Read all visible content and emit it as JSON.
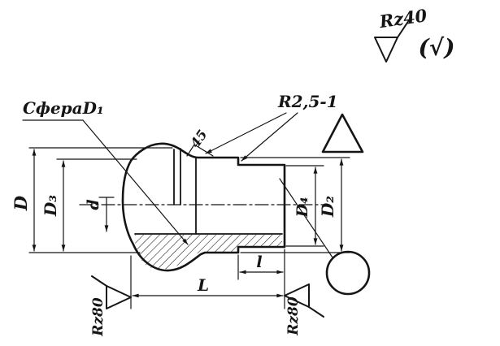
{
  "labels": {
    "roughness_general": "Rz40",
    "roughness_check": "(√)",
    "sphere": "СфераD₁",
    "radius": "R2,5-1",
    "chamfer": "45",
    "rz_left": "Rz80",
    "rz_right": "Rz80"
  },
  "dims": {
    "D": "D",
    "D3": "D₃",
    "d": "d",
    "D4": "D₄",
    "D2": "D₂",
    "l": "l",
    "L": "L"
  }
}
